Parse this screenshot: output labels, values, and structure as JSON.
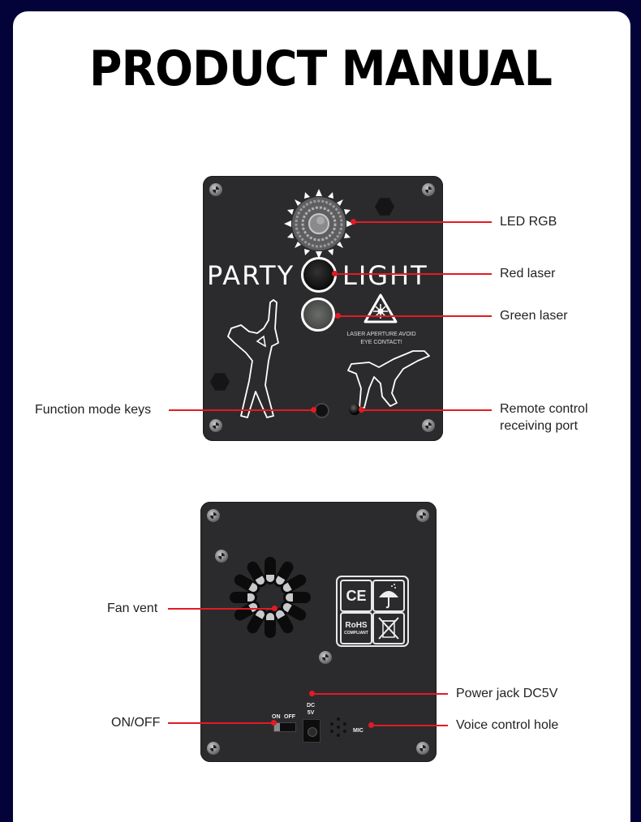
{
  "title": "PRODUCT MANUAL",
  "colors": {
    "background": "#03033a",
    "card": "#ffffff",
    "device": "#2b2b2d",
    "callout_line": "#e31a24",
    "label_text": "#222222"
  },
  "front_panel": {
    "branding": {
      "left": "PARTY",
      "right": "LIGHT"
    },
    "warning": {
      "icon": "laser-warning-icon",
      "line1": "LASER APERTURE AVOID",
      "line2": "EYE CONTACT!"
    },
    "callouts": [
      {
        "id": "led-rgb",
        "label": "LED RGB",
        "side": "right"
      },
      {
        "id": "red-laser",
        "label": "Red laser",
        "side": "right"
      },
      {
        "id": "green-laser",
        "label": "Green laser",
        "side": "right"
      },
      {
        "id": "function-keys",
        "label": "Function mode keys",
        "side": "left"
      },
      {
        "id": "remote-port",
        "label": "Remote control receiving port",
        "label_line1": "Remote control",
        "label_line2": "receiving port",
        "side": "right"
      }
    ]
  },
  "back_panel": {
    "switch_labels": {
      "on": "ON",
      "off": "OFF"
    },
    "jack_label": {
      "line1": "DC",
      "line2": "5V"
    },
    "mic_label": "MIC",
    "certifications": [
      {
        "id": "ce",
        "label": "CE"
      },
      {
        "id": "waterproof",
        "icon": "umbrella-icon"
      },
      {
        "id": "rohs",
        "label": "RoHS",
        "sub": "COMPLIANT"
      },
      {
        "id": "weee",
        "icon": "crossed-bin-icon"
      }
    ],
    "callouts": [
      {
        "id": "fan-vent",
        "label": "Fan vent",
        "side": "left"
      },
      {
        "id": "power-jack",
        "label": "Power jack DC5V",
        "side": "right"
      },
      {
        "id": "on-off",
        "label": "ON/OFF",
        "side": "left"
      },
      {
        "id": "voice-hole",
        "label": "Voice control hole",
        "side": "right"
      }
    ]
  }
}
